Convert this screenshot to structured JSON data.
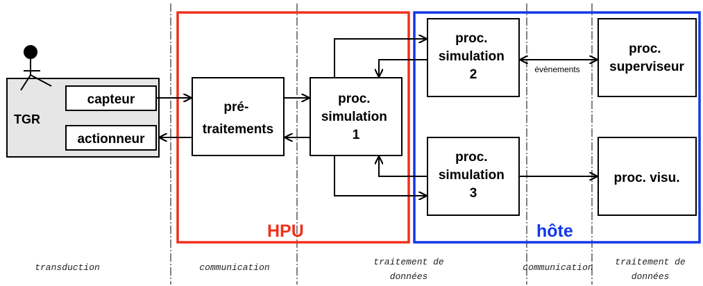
{
  "regions": {
    "hpu": {
      "label": "HPU",
      "color": "#f0301c"
    },
    "host": {
      "label": "hôte",
      "color": "#1237e8"
    }
  },
  "actor": {
    "label": "TGR"
  },
  "boxes": {
    "capteur": "capteur",
    "actionneur": "actionneur",
    "pretraitements": [
      "pré-",
      "traitements"
    ],
    "sim1": [
      "proc.",
      "simulation",
      "1"
    ],
    "sim2": [
      "proc.",
      "simulation",
      "2"
    ],
    "sim3": [
      "proc.",
      "simulation",
      "3"
    ],
    "superviseur": [
      "proc.",
      "superviseur"
    ],
    "visu": "proc. visu."
  },
  "edge_labels": {
    "evenements": "évènements"
  },
  "phases": {
    "transduction": "transduction",
    "communication1": "communication",
    "traitement1": [
      "traitement de",
      "données"
    ],
    "communication2": "communication",
    "traitement2": [
      "traitement de",
      "données"
    ]
  }
}
